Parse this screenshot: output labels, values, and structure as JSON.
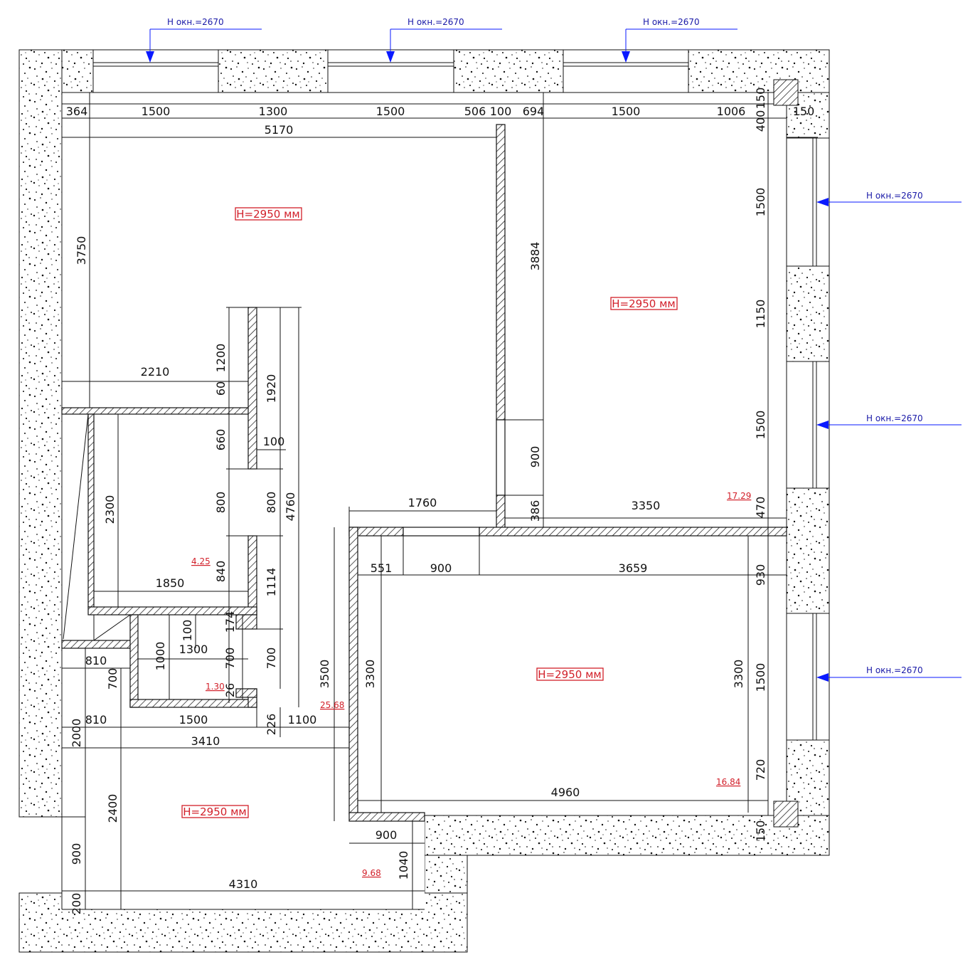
{
  "colors": {
    "window_marker": "#0a1aff",
    "window_text": "#1a1aa8",
    "area_label": "#d2202a",
    "line": "#111111",
    "background": "#ffffff"
  },
  "rooms": [
    {
      "id": "living",
      "height_label": "Н=2950 мм"
    },
    {
      "id": "bedroom",
      "height_label": "Н=2950 мм"
    },
    {
      "id": "kitchen",
      "height_label": "Н=2950 мм"
    },
    {
      "id": "hall",
      "height_label": "Н=2950 мм"
    }
  ],
  "areas": [
    "17.29",
    "4.25",
    "1.30",
    "25.68",
    "16.84",
    "9.68"
  ],
  "window_heights": [
    "Н окн.=2670",
    "Н окн.=2670",
    "Н окн.=2670",
    "Н окн.=2670",
    "Н окн.=2670",
    "Н окн.=2670"
  ],
  "dimensions": {
    "top_row": [
      "364",
      "1500",
      "1300",
      "1500",
      "506",
      "100",
      "694",
      "1500",
      "1006",
      "150"
    ],
    "top_total": "5170",
    "right_col": [
      "400",
      "150",
      "1500",
      "1150",
      "1500",
      "470",
      "930",
      "1500",
      "720",
      "150"
    ],
    "inner": [
      "3750",
      "3884",
      "900",
      "386",
      "3350",
      "1760",
      "2210",
      "1200",
      "60",
      "1920",
      "660",
      "100",
      "800",
      "800",
      "4760",
      "2300",
      "840",
      "1114",
      "1850",
      "100",
      "174",
      "1300",
      "1000",
      "700",
      "700",
      "26",
      "810",
      "700",
      "810",
      "1500",
      "226",
      "1100",
      "3500",
      "3300",
      "551",
      "900",
      "3659",
      "3300",
      "2000",
      "3410",
      "2400",
      "4960",
      "900",
      "1040",
      "900",
      "4310",
      "200"
    ]
  }
}
